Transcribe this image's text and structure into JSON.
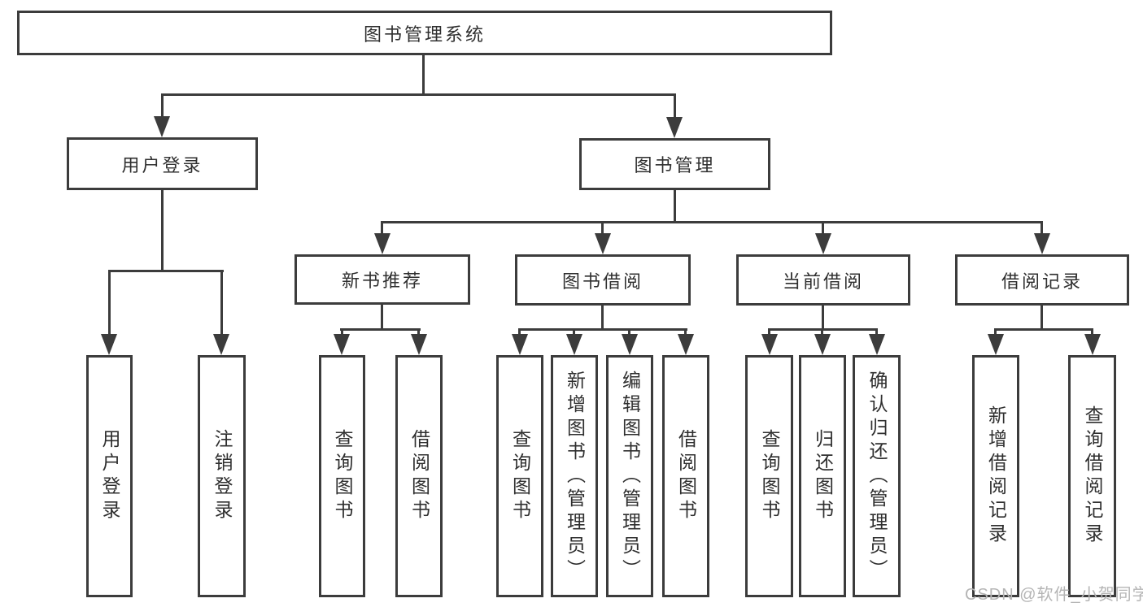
{
  "style": {
    "line_color": "#3c3c3c",
    "box_background": "#ffffff",
    "text_color": "#2f2f2f",
    "watermark_color": "#b5b5b5"
  },
  "root": {
    "label": "图书管理系统"
  },
  "branches": [
    {
      "label": "用户登录",
      "children": [
        {
          "label": "用户登录"
        },
        {
          "label": "注销登录"
        }
      ]
    },
    {
      "label": "图书管理",
      "children": [
        {
          "label": "新书推荐",
          "children": [
            {
              "label": "查询图书"
            },
            {
              "label": "借阅图书"
            }
          ]
        },
        {
          "label": "图书借阅",
          "children": [
            {
              "label": "查询图书"
            },
            {
              "label": "新增图书（管理员）"
            },
            {
              "label": "编辑图书（管理员）"
            },
            {
              "label": "借阅图书"
            }
          ]
        },
        {
          "label": "当前借阅",
          "children": [
            {
              "label": "查询图书"
            },
            {
              "label": "归还图书"
            },
            {
              "label": "确认归还（管理员）"
            }
          ]
        },
        {
          "label": "借阅记录",
          "children": [
            {
              "label": "新增借阅记录"
            },
            {
              "label": "查询借阅记录"
            }
          ]
        }
      ]
    }
  ],
  "watermark": {
    "text": "CSDN @软件_小贺同学"
  }
}
